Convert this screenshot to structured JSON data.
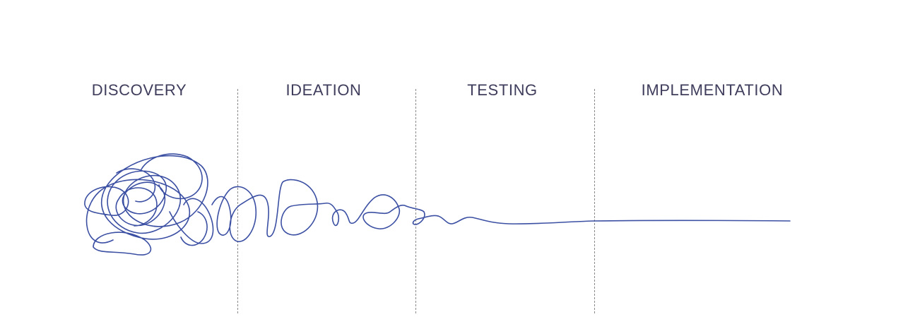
{
  "phases": [
    {
      "label": "DISCOVERY"
    },
    {
      "label": "IDEATION"
    },
    {
      "label": "TESTING"
    },
    {
      "label": "IMPLEMENTATION"
    }
  ],
  "colors": {
    "label_text": "#3f3d5c",
    "scribble_line": "#3b4fa3",
    "divider": "#8a8a8a"
  }
}
